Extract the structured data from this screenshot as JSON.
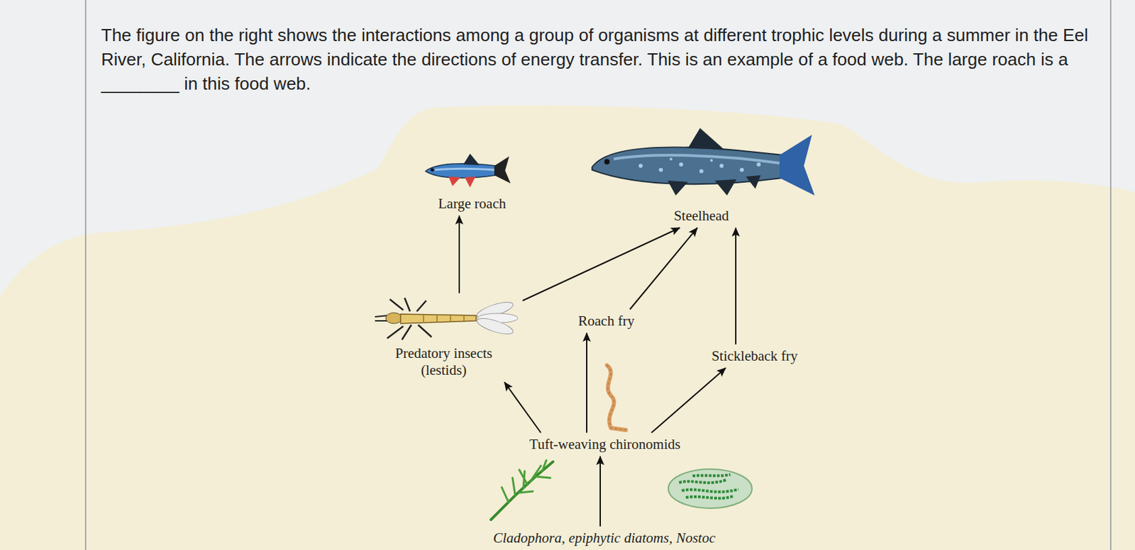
{
  "diagram": {
    "title": "The figure on the right shows the interactions among a group of organisms at different trophic levels during a summer in the Eel River, California. The arrows indicate the directions of energy transfer. This is an example of a food web. The large roach is a ________ in this food web.",
    "nodes": [
      {
        "text": [
          "Large roach"
        ]
      },
      {
        "text": [
          "Steelhead"
        ]
      },
      {
        "text": [
          "Predatory insects (lestids)"
        ]
      },
      {
        "text": [
          "Roach fry"
        ]
      },
      {
        "text": [
          "Stickleback fry"
        ]
      },
      {
        "text": [
          "Tuft-weaving chironomids"
        ]
      },
      {
        "text": [
          "Cladophora, epiphytic diatoms, Nostoc"
        ]
      }
    ],
    "edges": [
      {
        "from": 2,
        "to": 0,
        "arrow": "to"
      },
      {
        "from": 2,
        "to": 1,
        "arrow": "to"
      },
      {
        "from": 3,
        "to": 1,
        "arrow": "to"
      },
      {
        "from": 4,
        "to": 1,
        "arrow": "to"
      },
      {
        "from": 5,
        "to": 2,
        "arrow": "to"
      },
      {
        "from": 5,
        "to": 3,
        "arrow": "to"
      },
      {
        "from": 5,
        "to": 4,
        "arrow": "to"
      },
      {
        "from": 6,
        "to": 5,
        "arrow": "to"
      }
    ]
  }
}
